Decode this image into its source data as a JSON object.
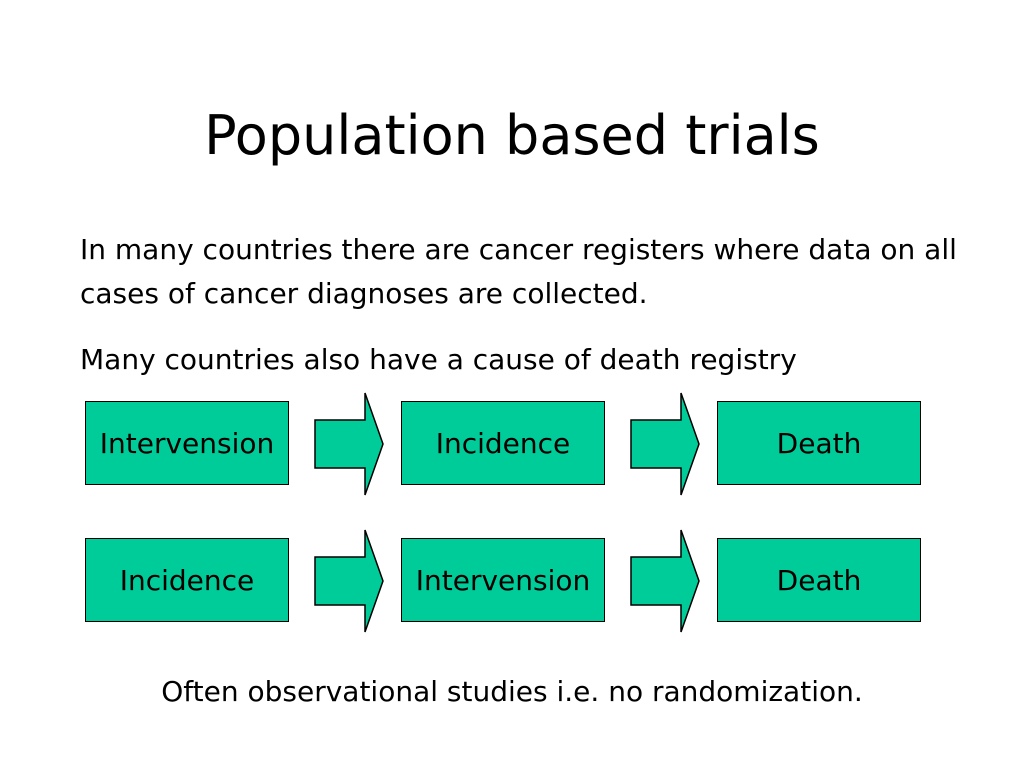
{
  "slide": {
    "title": "Population based trials",
    "paragraph_1": "In many countries there are cancer registers where data on all cases of cancer diagnoses are collected.",
    "paragraph_2": "Many countries also have a cause of death registry",
    "footer": "Often observational studies i.e. no randomization."
  },
  "flows": [
    {
      "steps": [
        "Intervension",
        "Incidence",
        "Death"
      ]
    },
    {
      "steps": [
        "Incidence",
        "Intervension",
        "Death"
      ]
    }
  ],
  "colors": {
    "box_fill": "#00cc99",
    "arrow_fill": "#00cc99",
    "outline": "#000000"
  }
}
